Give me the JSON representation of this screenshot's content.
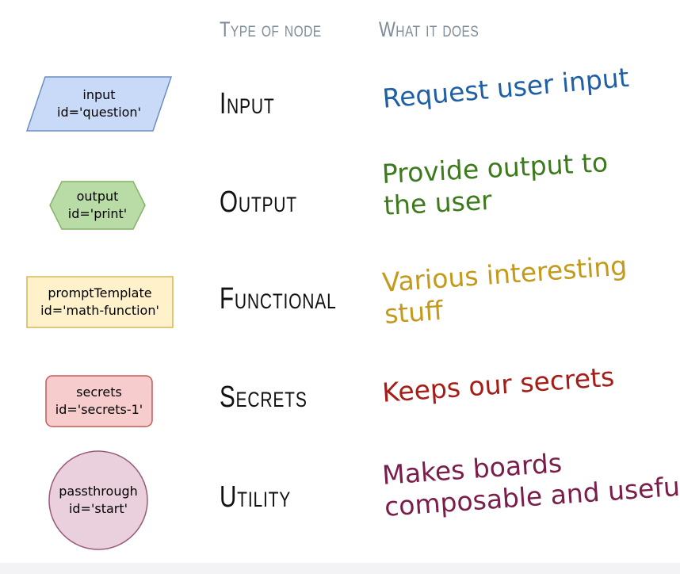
{
  "headers": {
    "type_of_node": "Type of node",
    "what_it_does": "What it does"
  },
  "rows": [
    {
      "shape_line1": "input",
      "shape_line2": "id='question'",
      "type": "Input",
      "desc_line1": "Request user input",
      "desc_line2": "",
      "color": "#1f5fa6",
      "fill": "#c9daf8",
      "stroke": "#6c8ebf"
    },
    {
      "shape_line1": "output",
      "shape_line2": "id='print'",
      "type": "Output",
      "desc_line1": "Provide output to",
      "desc_line2": "the user",
      "color": "#3d7a1c",
      "fill": "#b9dba5",
      "stroke": "#82b366"
    },
    {
      "shape_line1": "promptTemplate",
      "shape_line2": "id='math-function'",
      "type": "Functional",
      "desc_line1": "Various interesting",
      "desc_line2": "stuff",
      "color": "#c49a1c",
      "fill": "#fff1c9",
      "stroke": "#d6b656"
    },
    {
      "shape_line1": "secrets",
      "shape_line2": "id='secrets-1'",
      "type": "Secrets",
      "desc_line1": "Keeps our secrets",
      "desc_line2": "",
      "color": "#a51d16",
      "fill": "#f6cccc",
      "stroke": "#c65a56"
    },
    {
      "shape_line1": "passthrough",
      "shape_line2": "id='start'",
      "type": "Utility",
      "desc_line1": "Makes boards",
      "desc_line2": "composable and useful",
      "color": "#7a1d4a",
      "fill": "#e9d0dc",
      "stroke": "#9a5a7a"
    }
  ]
}
